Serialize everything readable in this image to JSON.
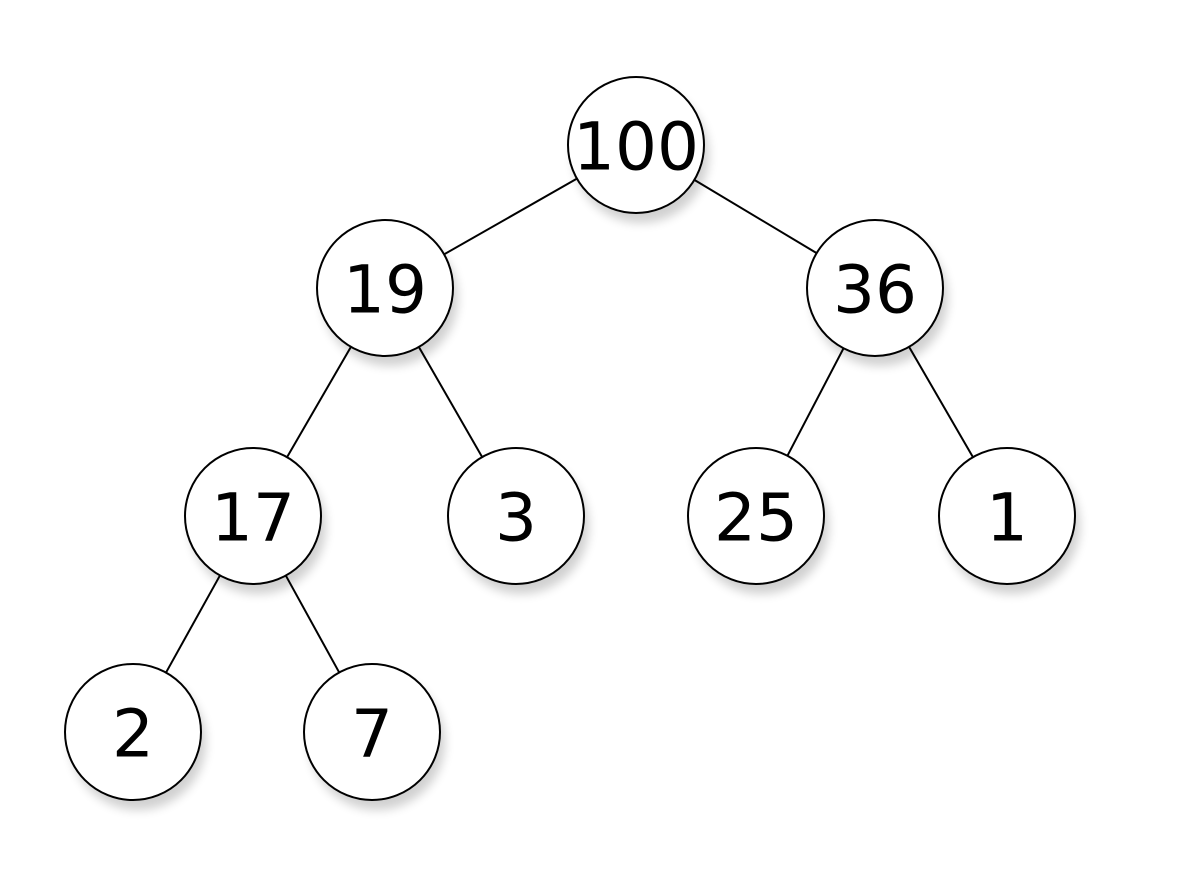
{
  "tree": {
    "nodes": [
      {
        "id": "n100",
        "value": "100",
        "level": 0
      },
      {
        "id": "n19",
        "value": "19",
        "level": 1
      },
      {
        "id": "n36",
        "value": "36",
        "level": 1
      },
      {
        "id": "n17",
        "value": "17",
        "level": 2
      },
      {
        "id": "n3",
        "value": "3",
        "level": 2
      },
      {
        "id": "n25",
        "value": "25",
        "level": 2
      },
      {
        "id": "n1",
        "value": "1",
        "level": 2
      },
      {
        "id": "n2",
        "value": "2",
        "level": 3
      },
      {
        "id": "n7",
        "value": "7",
        "level": 3
      }
    ],
    "edges": [
      [
        "n100",
        "n19"
      ],
      [
        "n100",
        "n36"
      ],
      [
        "n19",
        "n17"
      ],
      [
        "n19",
        "n3"
      ],
      [
        "n36",
        "n25"
      ],
      [
        "n36",
        "n1"
      ],
      [
        "n17",
        "n2"
      ],
      [
        "n17",
        "n7"
      ]
    ]
  }
}
